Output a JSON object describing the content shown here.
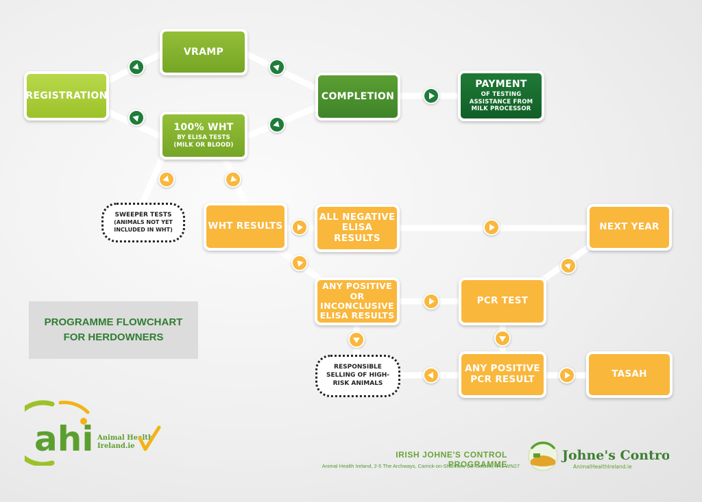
{
  "nodes": {
    "registration": {
      "label": "REGISTRATION"
    },
    "vramp": {
      "label": "VRAMP"
    },
    "wht": {
      "label": "100% WHT",
      "sub1": "BY ELISA TESTS",
      "sub2": "(MILK OR BLOOD)"
    },
    "completion": {
      "label": "COMPLETION"
    },
    "payment": {
      "label": "PAYMENT",
      "sub1": "OF TESTING",
      "sub2": "ASSISTANCE FROM",
      "sub3": "MILK PROCESSOR"
    },
    "sweeper": {
      "label": "SWEEPER TESTS",
      "sub1": "(ANIMALS NOT YET",
      "sub2": "INCLUDED IN WHT)"
    },
    "wht_results": {
      "label": "WHT RESULTS"
    },
    "all_negative": {
      "line1": "ALL NEGATIVE",
      "line2": "ELISA RESULTS"
    },
    "next_year": {
      "label": "NEXT YEAR"
    },
    "any_positive_elisa": {
      "line1": "ANY POSITIVE OR",
      "line2": "INCONCLUSIVE",
      "line3": "ELISA RESULTS"
    },
    "pcr_test": {
      "label": "PCR TEST"
    },
    "responsible": {
      "line1": "RESPONSIBLE",
      "line2": "SELLING OF HIGH-",
      "line3": "RISK ANIMALS"
    },
    "any_positive_pcr": {
      "line1": "ANY POSITIVE",
      "line2": "PCR RESULT"
    },
    "tasah": {
      "label": "TASAH"
    }
  },
  "title": {
    "line1": "PROGRAMME FLOWCHART",
    "line2": "FOR HERDOWNERS"
  },
  "footer": {
    "title": "IRISH JOHNE'S CONTROL PROGRAMME",
    "address": "Animal Health Ireland, 2-5 The Archways, Carrick-on-Shannon, Co. Leitrim, N41 WN27"
  },
  "logos": {
    "ahi": {
      "letters": "ahi",
      "line1": "Animal Health",
      "line2": "Ireland.ie"
    },
    "johnes": {
      "name": "Johne's Control",
      "tagline": "AnimalHealthIreland.ie"
    }
  },
  "colors": {
    "green_light": "#b9d84a",
    "green_mid": "#76a526",
    "green_dark": "#3e8429",
    "green_deep": "#115f27",
    "orange": "#f9b73c",
    "connector": "#ffffff"
  }
}
